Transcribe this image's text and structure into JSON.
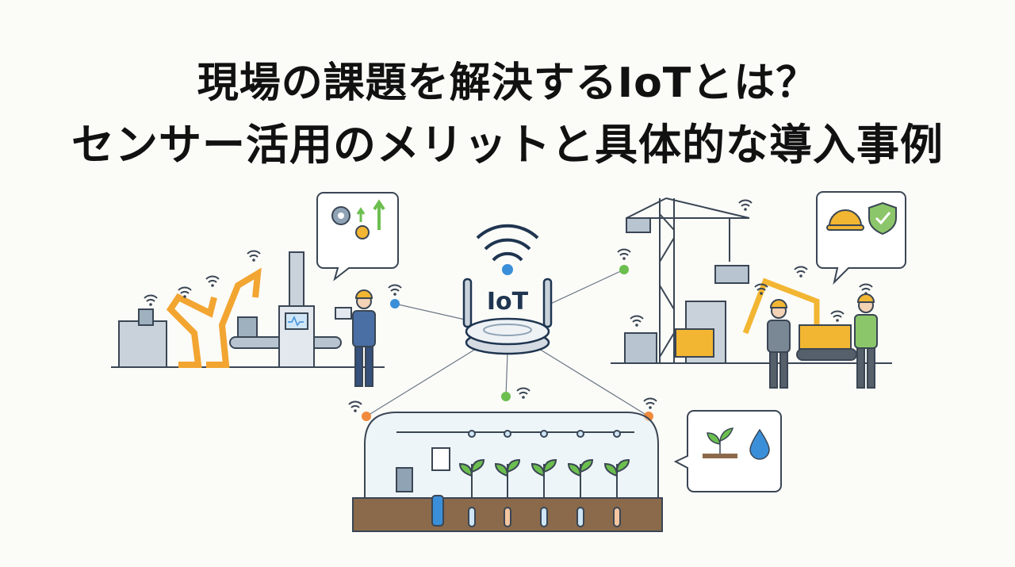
{
  "title": {
    "line1": "現場の課題を解決するIoTとは？",
    "line2": "センサー活用のメリットと具体的な導入事例"
  },
  "hub": {
    "label": "IoT"
  },
  "colors": {
    "blue": "#3b8fd9",
    "green": "#6cbf4f",
    "orange": "#f08a3c",
    "outline": "#3a4654",
    "steel": "#8fa3b5",
    "yellow": "#f2b632",
    "soil": "#8a6a4b"
  },
  "scenes": [
    "factory-scene",
    "construction-scene",
    "greenhouse-scene"
  ],
  "icons": [
    "gears-growth-icon",
    "hardhat-icon",
    "shield-check-icon",
    "sprout-icon",
    "water-drop-icon",
    "wifi-icon",
    "router-icon"
  ]
}
